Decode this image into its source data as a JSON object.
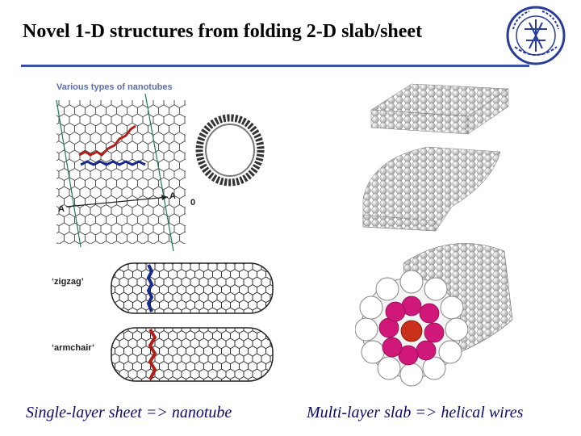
{
  "slide": {
    "title": "Novel 1-D structures from folding 2-D slab/sheet",
    "caption_left": "Single-layer sheet => nanotube",
    "caption_right": "Multi-layer slab => helical wires"
  },
  "figure_left": {
    "heading": "Various types of nanotubes",
    "label_zigzag": "‘zigzag’",
    "label_armchair": "‘armchair’",
    "label_a1": "A",
    "label_a2": "A",
    "label_o": "0"
  },
  "logo": {
    "icon": "university-seal-icon"
  },
  "colors": {
    "rule": "#3b4ea8",
    "caption": "#0a0a6a",
    "red_chain": "#b0201a",
    "blue_chain": "#1a2a8a",
    "magenta": "#d0187a"
  }
}
